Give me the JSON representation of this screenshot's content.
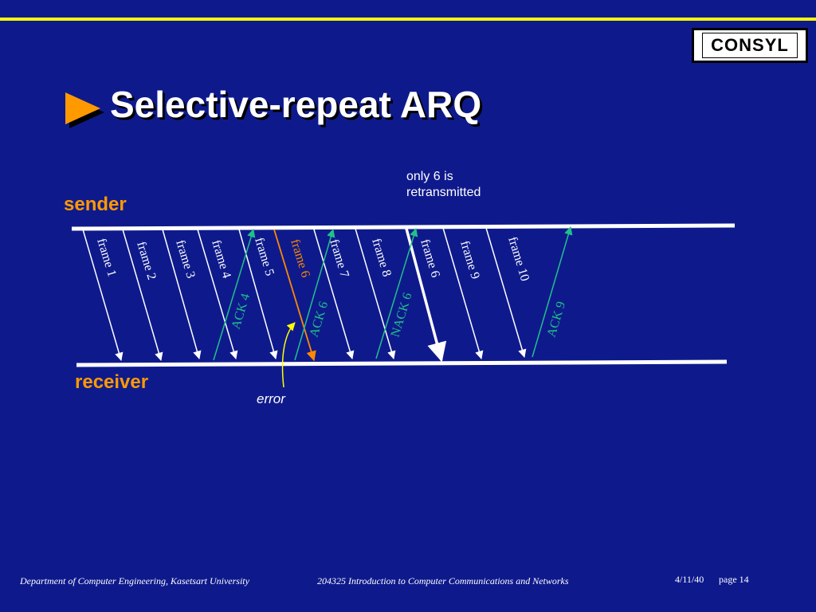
{
  "header": {
    "title": "Selective-repeat ARQ",
    "logo_text": "CONSYL"
  },
  "diagram": {
    "sender_label": "sender",
    "receiver_label": "receiver",
    "note_lines": [
      "only 6 is",
      "retransmitted"
    ],
    "error_label": "error",
    "frames": [
      {
        "label": "frame 1",
        "status": "ok"
      },
      {
        "label": "frame 2",
        "status": "ok"
      },
      {
        "label": "frame 3",
        "status": "ok"
      },
      {
        "label": "frame 4",
        "status": "ok"
      },
      {
        "label": "frame 5",
        "status": "ok"
      },
      {
        "label": "frame 6",
        "status": "error"
      },
      {
        "label": "frame 7",
        "status": "ok"
      },
      {
        "label": "frame 8",
        "status": "ok"
      },
      {
        "label": "frame 6",
        "status": "retransmitted"
      },
      {
        "label": "frame 9",
        "status": "ok"
      },
      {
        "label": "frame 10",
        "status": "ok"
      }
    ],
    "acks": [
      {
        "label": "ACK 4"
      },
      {
        "label": "ACK 6"
      },
      {
        "label": "NACK 6"
      },
      {
        "label": "ACK 9"
      }
    ]
  },
  "footer": {
    "department": "Department of Computer Engineering, Kasetsart University",
    "course": "204325 Introduction to Computer Communications and Networks",
    "date": "4/11/40",
    "page": "page 14"
  },
  "colors": {
    "background": "#0e1a8c",
    "accent_yellow": "#ffff00",
    "label_orange": "#ff9900",
    "frame_white": "#ffffff",
    "ack_green": "#22c08a",
    "error_orange": "#ff8800"
  }
}
